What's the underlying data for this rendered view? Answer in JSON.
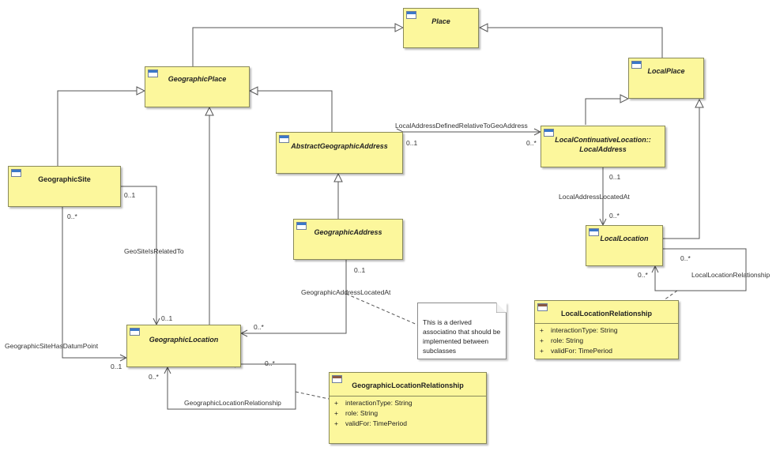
{
  "classes": {
    "place": {
      "name": "Place"
    },
    "geographic_place": {
      "name": "GeographicPlace"
    },
    "local_place": {
      "name": "LocalPlace"
    },
    "geographic_site": {
      "name": "GeographicSite"
    },
    "abstract_geographic_address": {
      "name": "AbstractGeographicAddress"
    },
    "local_continuative_location": {
      "name_line1": "LocalContinuativeLocation::",
      "name_line2": "LocalAddress"
    },
    "geographic_address": {
      "name": "GeographicAddress"
    },
    "local_location": {
      "name": "LocalLocation"
    },
    "geographic_location": {
      "name": "GeographicLocation"
    },
    "local_location_relationship": {
      "name": "LocalLocationRelationship",
      "attributes": [
        {
          "visibility": "+",
          "text": "interactionType: String"
        },
        {
          "visibility": "+",
          "text": "role: String"
        },
        {
          "visibility": "+",
          "text": "validFor: TimePeriod"
        }
      ]
    },
    "geographic_location_relationship": {
      "name": "GeographicLocationRelationship",
      "attributes": [
        {
          "visibility": "+",
          "text": "interactionType: String"
        },
        {
          "visibility": "+",
          "text": "role: String"
        },
        {
          "visibility": "+",
          "text": "validFor: TimePeriod"
        }
      ]
    }
  },
  "note": {
    "text": "This is a derived\nassociatino that should be\nimplemented between\nsubclasses"
  },
  "associations": {
    "local_address_defined": {
      "name": "LocalAddressDefinedRelativeToGeoAddress",
      "mult_a": "0..1",
      "mult_b": "0..*"
    },
    "local_address_located_at": {
      "name": "LocalAddressLocatedAt",
      "mult_a": "0..1",
      "mult_b": "0..*"
    },
    "geo_site_related_to": {
      "name": "GeoSiteIsRelatedTo",
      "mult_a": "0..1",
      "mult_b": "0..1"
    },
    "geographic_site_has_datum_point": {
      "name": "GeographicSiteHasDatumPoint",
      "mult_a": "0..*",
      "mult_b": "0..1"
    },
    "geographic_address_located_at": {
      "name": "GeographicAddressLocatedAt",
      "mult_a": "0..1",
      "mult_b": "0..*"
    },
    "local_location_relationship": {
      "name": "LocalLocationRelationship",
      "mult_a": "0..*",
      "mult_b": "0..*"
    },
    "geographic_location_relationship": {
      "name": "GeographicLocationRelationship",
      "mult_a": "0..*",
      "mult_b": "0..*"
    }
  },
  "colors": {
    "class_fill": "#fcf79c",
    "class_border": "#8a8a5a",
    "line": "#555555",
    "header_icon": "#3a78c9",
    "assoc_icon": "#8a5a44"
  }
}
